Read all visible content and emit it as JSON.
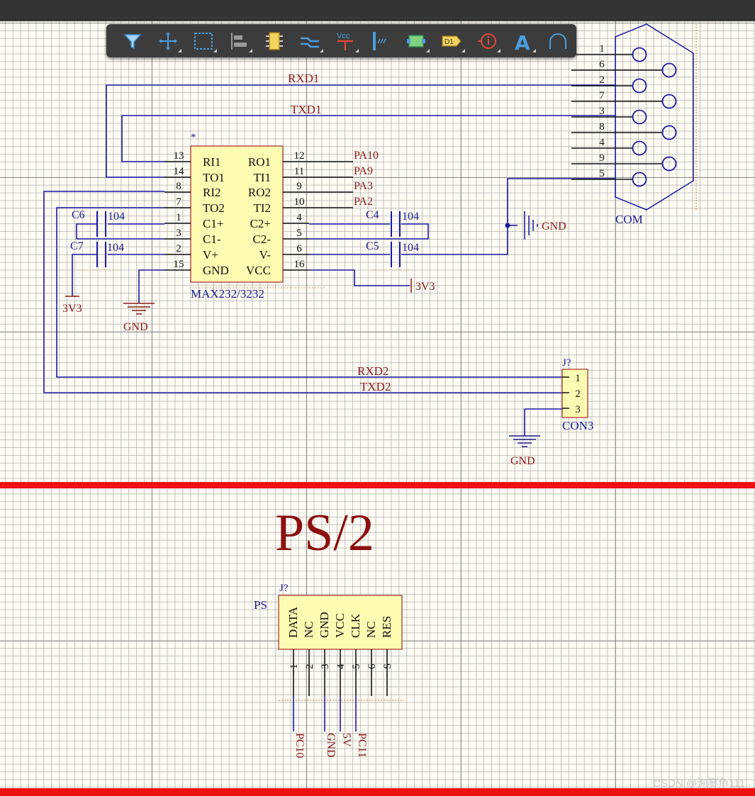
{
  "toolbar": {
    "items": [
      {
        "name": "filter-icon"
      },
      {
        "name": "move-icon"
      },
      {
        "name": "select-area-icon"
      },
      {
        "name": "align-icon"
      },
      {
        "name": "component-icon"
      },
      {
        "name": "wire-bus-icon"
      },
      {
        "name": "vcc-power-icon",
        "label": "Vcc"
      },
      {
        "name": "bus-entry-icon"
      },
      {
        "name": "sheet-symbol-icon"
      },
      {
        "name": "port-icon",
        "label": "D1"
      },
      {
        "name": "directive-icon"
      },
      {
        "name": "text-icon",
        "label": "A"
      },
      {
        "name": "arc-icon"
      }
    ]
  },
  "rs232": {
    "ic": {
      "marker": "*",
      "name": "MAX232/3232",
      "left_pins": [
        {
          "num": "13",
          "label": "RI1"
        },
        {
          "num": "14",
          "label": "TO1"
        },
        {
          "num": "8",
          "label": "RI2"
        },
        {
          "num": "7",
          "label": "TO2"
        },
        {
          "num": "1",
          "label": "C1+"
        },
        {
          "num": "3",
          "label": "C1-"
        },
        {
          "num": "2",
          "label": "V+"
        },
        {
          "num": "15",
          "label": "GND"
        }
      ],
      "right_pins": [
        {
          "num": "12",
          "label": "RO1",
          "net": "PA10"
        },
        {
          "num": "11",
          "label": "TI1",
          "net": "PA9"
        },
        {
          "num": "9",
          "label": "RO2",
          "net": "PA3"
        },
        {
          "num": "10",
          "label": "TI2",
          "net": "PA2"
        },
        {
          "num": "4",
          "label": "C2+"
        },
        {
          "num": "5",
          "label": "C2-"
        },
        {
          "num": "6",
          "label": "V-"
        },
        {
          "num": "16",
          "label": "VCC"
        }
      ]
    },
    "caps": [
      {
        "ref": "C6",
        "value": "104"
      },
      {
        "ref": "C7",
        "value": "104"
      },
      {
        "ref": "C4",
        "value": "104"
      },
      {
        "ref": "C5",
        "value": "104"
      }
    ],
    "nets": {
      "rxd1": "RXD1",
      "txd1": "TXD1",
      "rxd2": "RXD2",
      "txd2": "TXD2"
    },
    "power": {
      "gnd": "GND",
      "v33": "3V3"
    },
    "com": {
      "name": "COM",
      "pins": [
        "1",
        "6",
        "2",
        "7",
        "3",
        "8",
        "4",
        "9",
        "5"
      ]
    },
    "con3": {
      "ref": "J?",
      "name": "CON3",
      "pins": [
        "1",
        "2",
        "3"
      ]
    }
  },
  "ps2": {
    "title": "PS/2",
    "ref": "J?",
    "name": "PS",
    "pins": [
      {
        "num": "1",
        "label": "DATA",
        "net": "PC10"
      },
      {
        "num": "2",
        "label": "NC",
        "net": ""
      },
      {
        "num": "3",
        "label": "GND",
        "net": "GND"
      },
      {
        "num": "4",
        "label": "VCC",
        "net": "5V"
      },
      {
        "num": "5",
        "label": "CLK",
        "net": "PC11"
      },
      {
        "num": "6",
        "label": "NC",
        "net": ""
      },
      {
        "num": "S",
        "label": "RES",
        "net": ""
      }
    ]
  },
  "watermark": "CSDN @洵寥鱼111"
}
